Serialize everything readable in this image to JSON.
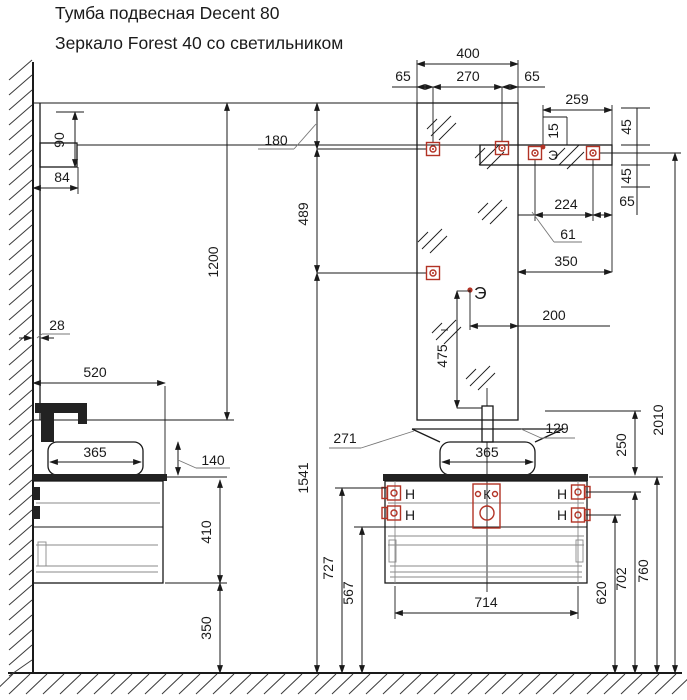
{
  "title": {
    "line1": "Тумба подвесная Decent 80",
    "line2": "Зеркало Forest 40 со светильником"
  },
  "colors": {
    "line": "#1a1a1a",
    "mount_red": "#b23325",
    "detail_gray": "#8a8a8a"
  },
  "symbols": {
    "electric": "Э",
    "drain": "К",
    "handle": "Н"
  },
  "dims": {
    "mirror_width": "400",
    "hole_offset_left": "65",
    "hole_spacing": "270",
    "hole_offset_right": "65",
    "lamp_span": "259",
    "lamp_outlet_offset": "15",
    "lamp_above": "45",
    "lamp_below": "45",
    "lamp_hole_spacing": "224",
    "lamp_hole_edge": "65",
    "lamp_gap": "61",
    "lamp_width": "350",
    "mirror_top_to_hole": "180",
    "hole_vertical_gap": "489",
    "holes_above_floor": "1541",
    "outlet_offset_h": "200",
    "outlet_drop": "475",
    "basin_offset_left": "271",
    "basin_offset_right": "129",
    "basin_width_front": "365",
    "counter_gap": "250",
    "outlet_height": "2010",
    "counter_underside": "727",
    "rail_height": "567",
    "cabinet_inner_width": "714",
    "bracket_low_height": "620",
    "bracket_high_height": "702",
    "counter_height": "760",
    "lamp_side_height": "90",
    "lamp_side_depth": "84",
    "mirror_height": "1200",
    "mirror_thickness": "28",
    "counter_depth": "520",
    "basin_width_side": "365",
    "basin_height": "140",
    "cabinet_height": "410",
    "floor_clearance": "350"
  }
}
